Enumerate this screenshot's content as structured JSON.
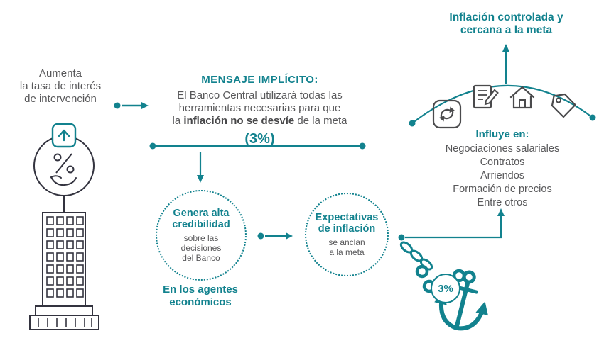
{
  "colors": {
    "teal": "#12828e",
    "text_gray": "#58585a",
    "icon_gray": "#4a4a4c",
    "icon_dark": "#33333f"
  },
  "left_panel": {
    "trigger": "Aumenta\nla tasa de interés\nde intervención"
  },
  "message": {
    "title": "MENSAJE IMPLÍCITO:",
    "line1": "El Banco Central utilizará todas las",
    "line2": "herramientas necesarias para que",
    "line3_pre": "la ",
    "line3_bold": "inflación no se desvíe",
    "line3_post": " de la meta",
    "target": "(3%)"
  },
  "credibility": {
    "title": "Genera alta\ncredibilidad",
    "subtitle": "sobre las\ndecisiones\ndel Banco",
    "footer": "En los agentes\neconómicos"
  },
  "expectations": {
    "title": "Expectativas\nde inflación",
    "subtitle": "se anclan\na la meta"
  },
  "outcome": {
    "title": "Inflación controlada y\ncercana a la meta"
  },
  "influences": {
    "title": "Influye en:",
    "items": [
      "Negociaciones salariales",
      "Contratos",
      "Arriendos",
      "Formación de precios",
      "Entre otros"
    ]
  },
  "anchor": {
    "label": "3%"
  },
  "icons": [
    "rate-hike-percent-hand-icon",
    "bank-building-icon",
    "cycle-icon",
    "contract-pencil-icon",
    "house-icon",
    "price-tag-icon",
    "anchor-icon"
  ]
}
